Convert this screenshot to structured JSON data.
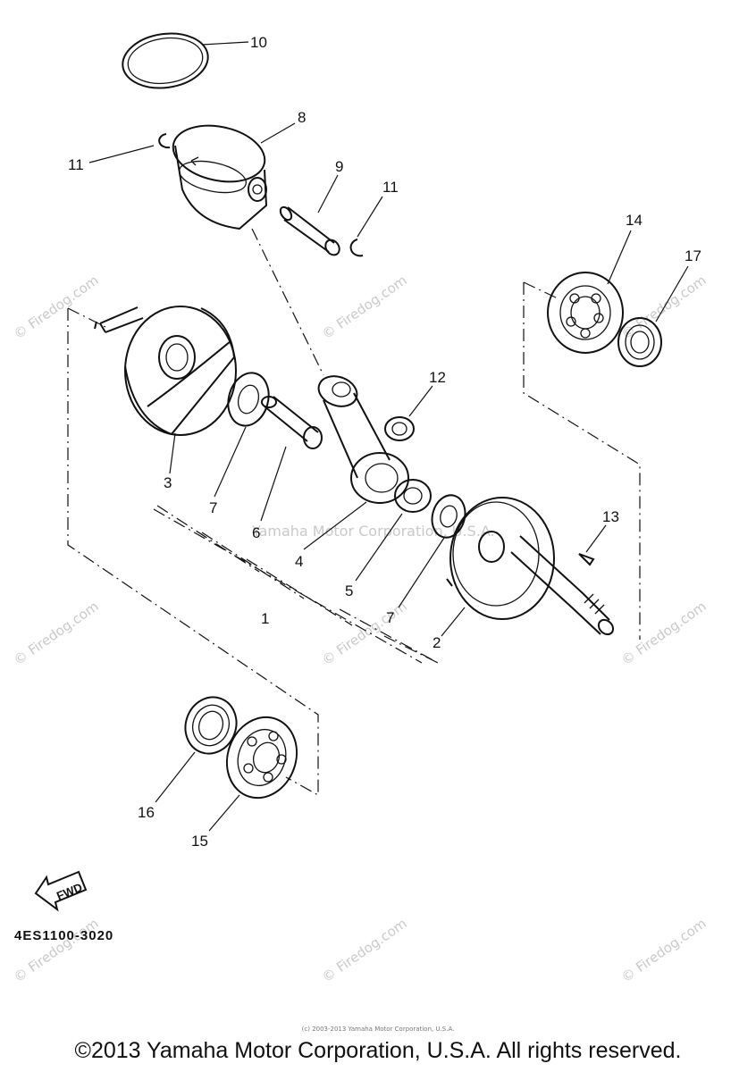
{
  "diagram": {
    "callouts": {
      "c1": "1",
      "c2": "2",
      "c3": "3",
      "c4": "4",
      "c5": "5",
      "c6": "6",
      "c7a": "7",
      "c7b": "7",
      "c8": "8",
      "c9": "9",
      "c10": "10",
      "c11a": "11",
      "c11b": "11",
      "c12": "12",
      "c13": "13",
      "c14": "14",
      "c15": "15",
      "c16": "16",
      "c17": "17"
    },
    "fwd_label": "FWD",
    "part_number": "4ES1100-3020",
    "watermark": "© Firedog.com",
    "center_watermark": "Yamaha Motor Corporation, U.S.A.",
    "small_notice": "(c) 2003-2013 Yamaha Motor Corporation, U.S.A.",
    "copyright": "©2013 Yamaha Motor Corporation, U.S.A. All rights reserved."
  }
}
